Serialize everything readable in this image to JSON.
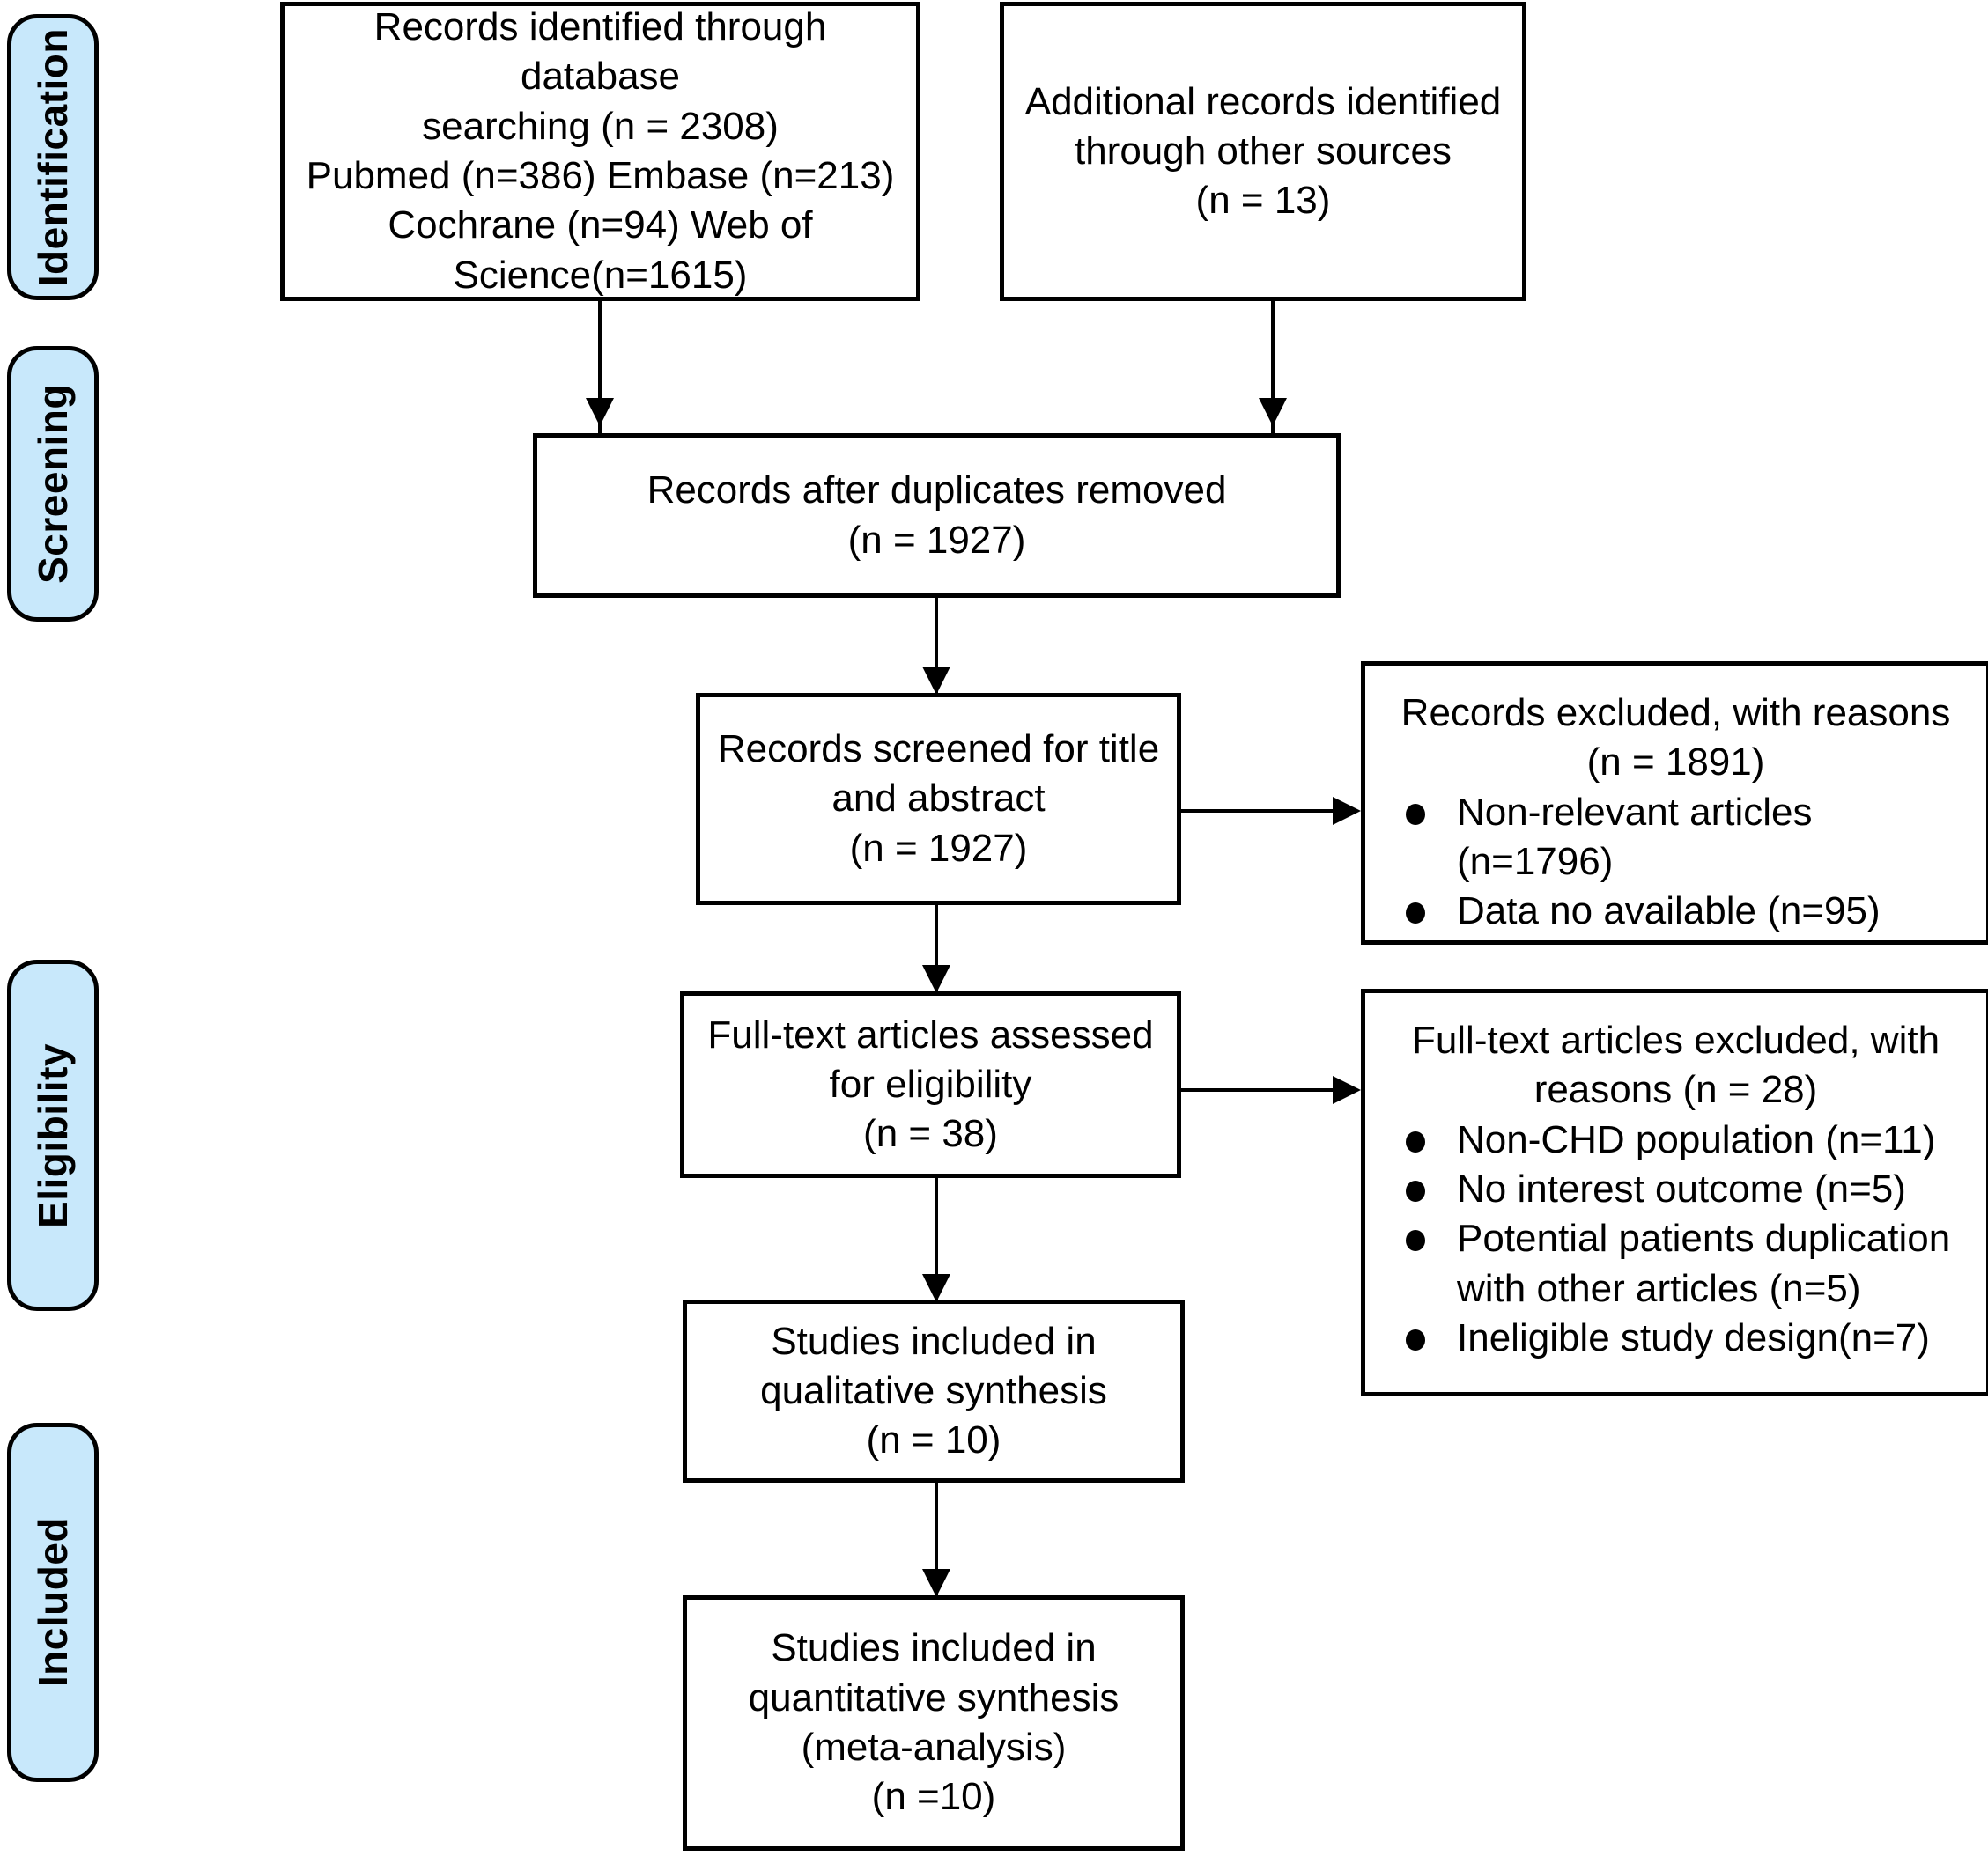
{
  "diagram": {
    "title": "PRISMA flow diagram",
    "accent_color": "#c8e8fb",
    "line_color": "#000000",
    "background_color": "#ffffff"
  },
  "stages": [
    {
      "label": "Identification"
    },
    {
      "label": "Screening"
    },
    {
      "label": "Eligibility"
    },
    {
      "label": "Included"
    }
  ],
  "boxes": {
    "database_records": {
      "text": "Records identified through database\nsearching (n = 2308)\nPubmed (n=386) Embase (n=213)\nCochrane (n=94) Web of\nScience(n=1615)"
    },
    "other_records": {
      "text": "Additional records identified\nthrough other sources\n(n = 13)"
    },
    "duplicates_removed": {
      "text": "Records after duplicates removed\n(n = 1927)"
    },
    "records_screened": {
      "text": "Records screened for title\nand abstract\n(n = 1927)"
    },
    "fulltext_assessed": {
      "text": "Full-text articles assessed\nfor eligibility\n(n = 38)"
    },
    "qualitative_synthesis": {
      "text": "Studies included in\nqualitative synthesis\n(n = 10)"
    },
    "quantitative_synthesis": {
      "text": "Studies included in\nquantitative synthesis\n(meta-analysis)\n(n =10)"
    }
  },
  "exclusions": {
    "records_excluded": {
      "heading": "Records excluded, with reasons\n(n = 1891)",
      "reasons": [
        "Non-relevant articles (n=1796)",
        "Data no available  (n=95)"
      ]
    },
    "fulltext_excluded": {
      "heading": "Full-text articles excluded, with\nreasons (n = 28)",
      "reasons": [
        "Non-CHD population (n=11)",
        "No interest outcome (n=5)",
        "Potential patients duplication with other articles (n=5)",
        "Ineligible study design(n=7)"
      ]
    }
  }
}
